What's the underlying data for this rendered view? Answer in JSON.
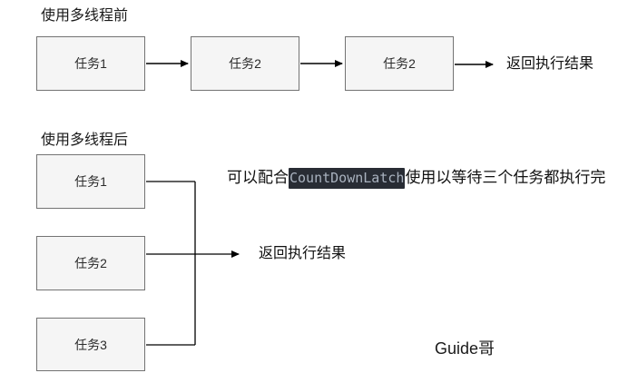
{
  "colors": {
    "background": "#ffffff",
    "box_fill": "#f5f5f5",
    "box_border": "#737373",
    "line": "#000000",
    "text": "#1a1a1a",
    "code_background": "#282c34",
    "code_text": "#a9b2bf"
  },
  "section_before": {
    "title": "使用多线程前",
    "boxes": [
      {
        "label": "任务1"
      },
      {
        "label": "任务2"
      },
      {
        "label": "任务2"
      }
    ],
    "result_label": "返回执行结果"
  },
  "section_after": {
    "title": "使用多线程后",
    "boxes": [
      {
        "label": "任务1"
      },
      {
        "label": "任务2"
      },
      {
        "label": "任务3"
      }
    ],
    "result_label": "返回执行结果",
    "note": {
      "prefix": "可以配合",
      "code": "CountDownLatch",
      "suffix": "使用以等待三个任务都执行完"
    }
  },
  "watermark": "Guide哥"
}
